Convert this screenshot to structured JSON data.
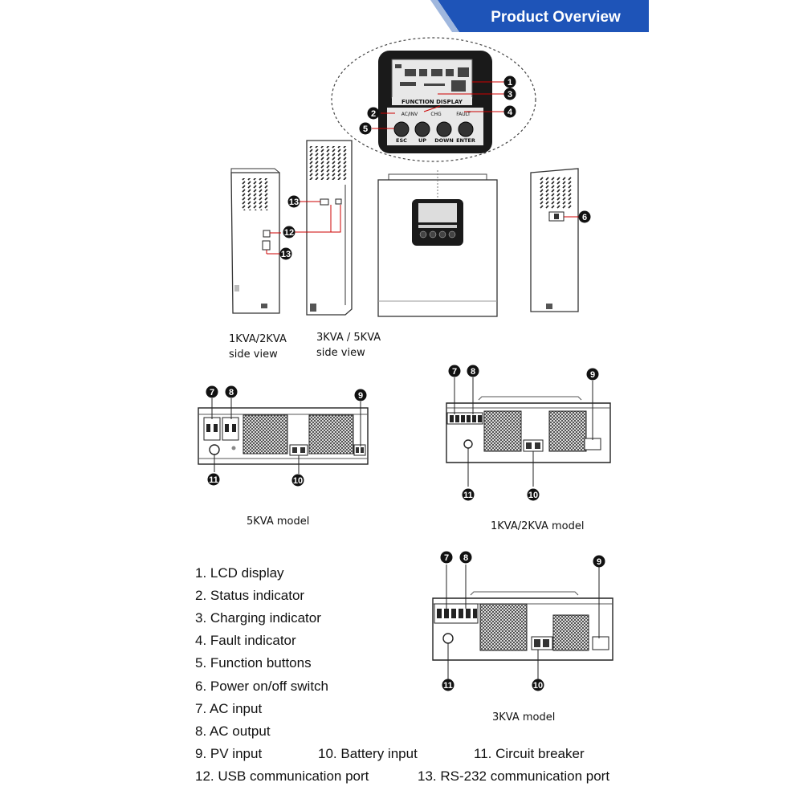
{
  "banner": {
    "title": "Product Overview"
  },
  "front_panel": {
    "lcd_title": "FUNCTION DISPLAY",
    "indicators": [
      "AC/INV",
      "CHG",
      "FAULT"
    ],
    "buttons": [
      "ESC",
      "UP",
      "DOWN",
      "ENTER"
    ]
  },
  "captions": {
    "side_1k2k": "1KVA/2KVA\nside view",
    "side_3k5k": "3KVA / 5KVA\nside view",
    "model_5k": "5KVA model",
    "model_1k2k": "1KVA/2KVA model",
    "model_3k": "3KVA model"
  },
  "markers": {
    "m1": "1",
    "m2": "2",
    "m3": "3",
    "m4": "4",
    "m5": "5",
    "m6": "6",
    "m7": "7",
    "m8": "8",
    "m9": "9",
    "m10": "10",
    "m11": "11",
    "m12": "12",
    "m13": "13"
  },
  "legend": [
    "1. LCD display",
    "2. Status indicator",
    "3. Charging indicator",
    "4. Fault indicator",
    "5. Function buttons",
    "6. Power on/off switch",
    "7. AC input",
    "8. AC output",
    "9. PV input",
    "10. Battery input",
    "11. Circuit breaker",
    "12. USB communication port",
    "13. RS-232 communication port"
  ]
}
